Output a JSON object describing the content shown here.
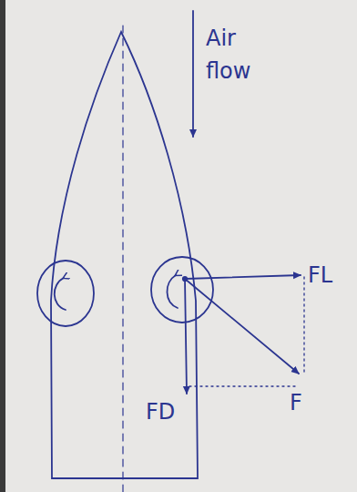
{
  "diagram": {
    "labels": [
      "Air flow",
      "FL",
      "FD",
      "F"
    ]
  }
}
